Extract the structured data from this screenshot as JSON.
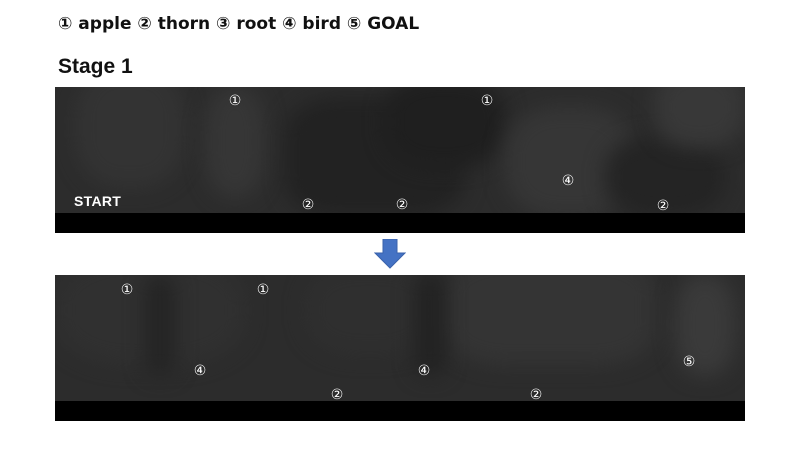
{
  "legend": {
    "text": "① apple ② thorn ③ root ④ bird ⑤ GOAL"
  },
  "stage": {
    "title": "Stage 1"
  },
  "panels": [
    {
      "start_label": "START",
      "items": [
        {
          "type": "apple",
          "symbol": "①"
        },
        {
          "type": "apple",
          "symbol": "①"
        },
        {
          "type": "bird",
          "symbol": "④"
        },
        {
          "type": "thorn",
          "symbol": "②"
        },
        {
          "type": "thorn",
          "symbol": "②"
        },
        {
          "type": "thorn",
          "symbol": "②"
        }
      ]
    },
    {
      "items": [
        {
          "type": "apple",
          "symbol": "①"
        },
        {
          "type": "apple",
          "symbol": "①"
        },
        {
          "type": "bird",
          "symbol": "④"
        },
        {
          "type": "bird",
          "symbol": "④"
        },
        {
          "type": "thorn",
          "symbol": "②"
        },
        {
          "type": "thorn",
          "symbol": "②"
        },
        {
          "type": "goal",
          "symbol": "⑤"
        }
      ]
    }
  ],
  "colors": {
    "background": "#2c2c2c",
    "ground": "#000000",
    "arrow": "#4472c4",
    "marker": "#ffffff"
  },
  "icons": {
    "transition": "arrow-down-icon"
  }
}
